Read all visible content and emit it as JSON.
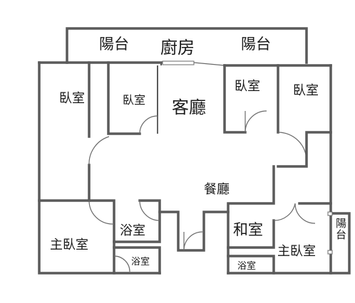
{
  "rooms": {
    "balcony_left": "陽台",
    "kitchen": "廚房",
    "balcony_right": "陽台",
    "bedroom_far_left": "臥室",
    "bedroom_left": "臥室",
    "living_room": "客廳",
    "bedroom_center_right": "臥室",
    "bedroom_far_right": "臥室",
    "dining_room": "餐廳",
    "master_bedroom_left": "主臥室",
    "bathroom_left": "浴室",
    "bathroom_left_small": "浴室",
    "japanese_room": "和室",
    "master_bedroom_right": "主臥室",
    "bathroom_right": "浴室",
    "balcony_side": "陽台"
  }
}
